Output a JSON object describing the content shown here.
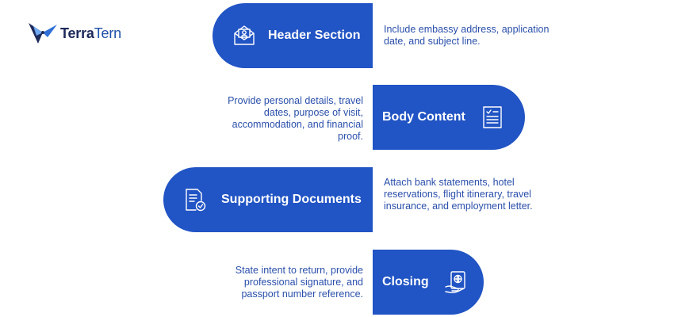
{
  "logo": {
    "name_part1": "Terra",
    "name_part2": "Tern"
  },
  "steps": [
    {
      "title": "Header Section",
      "description": "Include embassy address, application date, and subject line.",
      "icon": "envelope-letter-icon"
    },
    {
      "title": "Body Content",
      "description": "Provide personal details, travel dates, purpose of visit, accommodation, and financial proof.",
      "icon": "checklist-icon"
    },
    {
      "title": "Supporting Documents",
      "description": "Attach bank statements, hotel reservations, flight itinerary, travel insurance, and employment letter.",
      "icon": "document-check-icon"
    },
    {
      "title": "Closing",
      "description": "State intent to return, provide professional signature, and passport number reference.",
      "icon": "passport-hand-icon"
    }
  ],
  "colors": {
    "accent": "#2154c4",
    "text": "#2a4faa",
    "brand_dark": "#1e2a5a"
  }
}
